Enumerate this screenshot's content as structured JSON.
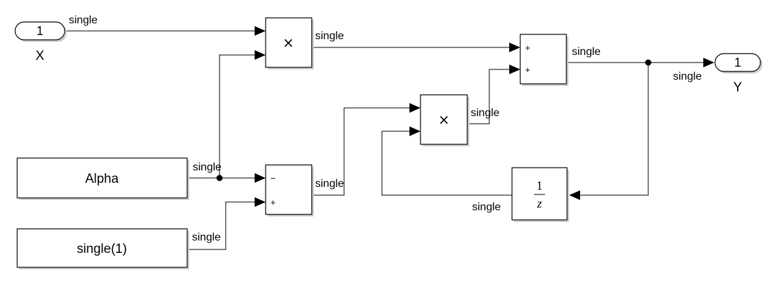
{
  "inport_x": {
    "number": "1",
    "name": "X"
  },
  "outport_y": {
    "number": "1",
    "name": "Y"
  },
  "const_alpha": {
    "label": "Alpha"
  },
  "const_single1": {
    "label": "single(1)"
  },
  "product1": {
    "operator": "×"
  },
  "product2": {
    "operator": "×"
  },
  "sum_top": {
    "signs": [
      "+",
      "+"
    ]
  },
  "sum_bottom": {
    "signs": [
      "−",
      "+"
    ]
  },
  "unit_delay": {
    "numerator": "1",
    "denominator": "z"
  },
  "signal_labels": {
    "x_out": "single",
    "product1_out": "single",
    "sum_top_out": "single",
    "outport_in": "single",
    "product2_out": "single",
    "alpha_out": "single",
    "sum_bottom_out": "single",
    "delay_out": "single",
    "single1_out": "single"
  }
}
